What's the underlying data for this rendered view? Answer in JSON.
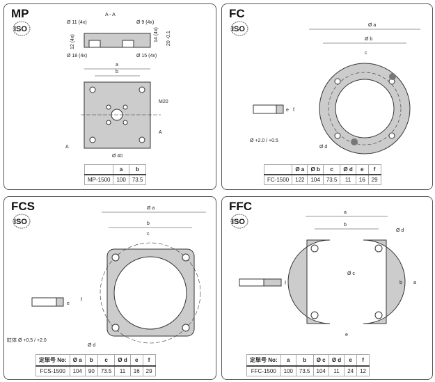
{
  "iso_logo": "ISO",
  "mp": {
    "title": "MP",
    "section": "A - A",
    "h1": "Ø 11 (4x)",
    "h2": "Ø 9 (4x)",
    "h3": "Ø 18 (4x)",
    "h4": "Ø 15 (4x)",
    "d1": "12 (4x)",
    "d2": "14 (4x)",
    "d3": "20 -0.1",
    "a": "a",
    "b": "b",
    "m20": "M20",
    "cut": "A",
    "d40": "Ø 40",
    "table": {
      "headers": [
        "",
        "a",
        "b"
      ],
      "rows": [
        [
          "MP-1500",
          "100",
          "73.5"
        ]
      ]
    }
  },
  "fc": {
    "title": "FC",
    "a": "Ø a",
    "b": "Ø b",
    "c": "c",
    "d": "Ø d",
    "e": "e",
    "f": "f",
    "tol": "Ø +2.0 / +0.5",
    "table": {
      "headers": [
        "",
        "Ø a",
        "Ø b",
        "c",
        "Ø d",
        "e",
        "f"
      ],
      "rows": [
        [
          "FC-1500",
          "122",
          "104",
          "73.5",
          "11",
          "16",
          "29"
        ]
      ]
    }
  },
  "fcs": {
    "title": "FCS",
    "a": "Ø a",
    "b": "b",
    "c": "c",
    "d": "Ø d",
    "e": "e",
    "f": "f",
    "tol": "缸体 Ø +0.5 / +2.0",
    "table": {
      "headers": [
        "定単号 No:",
        "Ø a",
        "b",
        "c",
        "Ø d",
        "e",
        "f"
      ],
      "rows": [
        [
          "FCS-1500",
          "104",
          "90",
          "73.5",
          "11",
          "16",
          "29"
        ]
      ]
    }
  },
  "ffc": {
    "title": "FFC",
    "a": "a",
    "b": "b",
    "c": "Ø c",
    "d": "Ø d",
    "e": "e",
    "f": "f",
    "table": {
      "headers": [
        "定単号 No:",
        "a",
        "b",
        "Ø c",
        "Ø d",
        "e",
        "f"
      ],
      "rows": [
        [
          "FFC-1500",
          "100",
          "73.5",
          "104",
          "11",
          "24",
          "12"
        ]
      ]
    }
  }
}
